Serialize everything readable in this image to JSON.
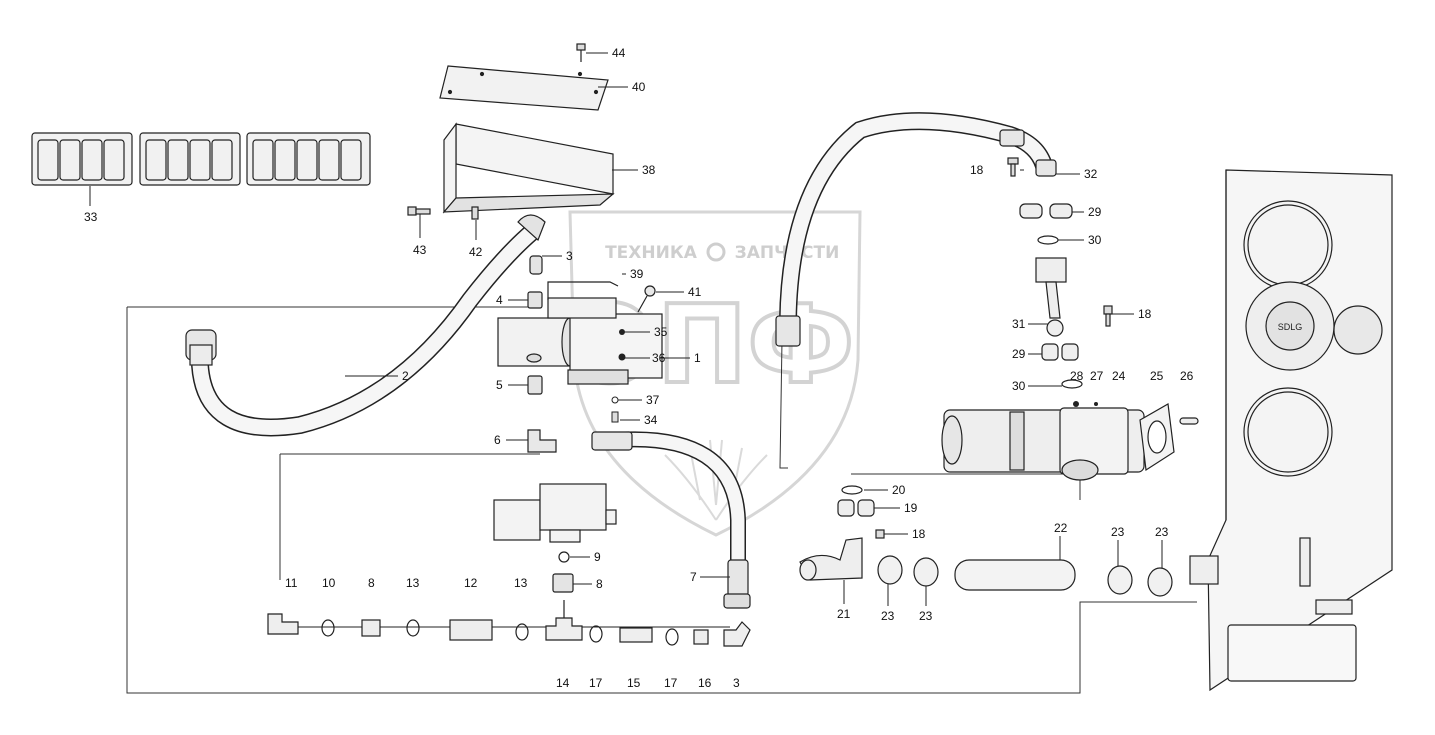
{
  "watermark": {
    "top_text": "ТЕХНИКА",
    "bottom_text": "ЗАПЧАСТИ",
    "logo_letters": "ЭПФ",
    "color": "#c9c9c9"
  },
  "colors": {
    "line": "#222222",
    "part_fill": "#e9e9e9",
    "part_fill_dark": "#cfcfcf"
  },
  "part_labels": [
    {
      "id": "p44",
      "text": "44"
    },
    {
      "id": "p40",
      "text": "40"
    },
    {
      "id": "p38",
      "text": "38"
    },
    {
      "id": "p33",
      "text": "33"
    },
    {
      "id": "p43",
      "text": "43"
    },
    {
      "id": "p42",
      "text": "42"
    },
    {
      "id": "p3a",
      "text": "3"
    },
    {
      "id": "p39",
      "text": "39"
    },
    {
      "id": "p41",
      "text": "41"
    },
    {
      "id": "p4",
      "text": "4"
    },
    {
      "id": "p35",
      "text": "35"
    },
    {
      "id": "p36",
      "text": "36"
    },
    {
      "id": "p1",
      "text": "1"
    },
    {
      "id": "p5",
      "text": "5"
    },
    {
      "id": "p2",
      "text": "2"
    },
    {
      "id": "p37",
      "text": "37"
    },
    {
      "id": "p34",
      "text": "34"
    },
    {
      "id": "p6",
      "text": "6"
    },
    {
      "id": "p9",
      "text": "9"
    },
    {
      "id": "p8a",
      "text": "8"
    },
    {
      "id": "p7",
      "text": "7"
    },
    {
      "id": "p11",
      "text": "11"
    },
    {
      "id": "p10",
      "text": "10"
    },
    {
      "id": "p8b",
      "text": "8"
    },
    {
      "id": "p13a",
      "text": "13"
    },
    {
      "id": "p12",
      "text": "12"
    },
    {
      "id": "p13b",
      "text": "13"
    },
    {
      "id": "p14",
      "text": "14"
    },
    {
      "id": "p17a",
      "text": "17"
    },
    {
      "id": "p15",
      "text": "15"
    },
    {
      "id": "p17b",
      "text": "17"
    },
    {
      "id": "p16",
      "text": "16"
    },
    {
      "id": "p3b",
      "text": "3"
    },
    {
      "id": "p18a",
      "text": "18"
    },
    {
      "id": "p32",
      "text": "32"
    },
    {
      "id": "p29a",
      "text": "29"
    },
    {
      "id": "p30a",
      "text": "30"
    },
    {
      "id": "p18b",
      "text": "18"
    },
    {
      "id": "p31",
      "text": "31"
    },
    {
      "id": "p29b",
      "text": "29"
    },
    {
      "id": "p30b",
      "text": "30"
    },
    {
      "id": "p28",
      "text": "28"
    },
    {
      "id": "p27",
      "text": "27"
    },
    {
      "id": "p24",
      "text": "24"
    },
    {
      "id": "p25",
      "text": "25"
    },
    {
      "id": "p26",
      "text": "26"
    },
    {
      "id": "p20",
      "text": "20"
    },
    {
      "id": "p19",
      "text": "19"
    },
    {
      "id": "p18c",
      "text": "18"
    },
    {
      "id": "p22",
      "text": "22"
    },
    {
      "id": "p23a",
      "text": "23"
    },
    {
      "id": "p23b",
      "text": "23"
    },
    {
      "id": "p21",
      "text": "21"
    },
    {
      "id": "p23c",
      "text": "23"
    },
    {
      "id": "p23d",
      "text": "23"
    }
  ]
}
